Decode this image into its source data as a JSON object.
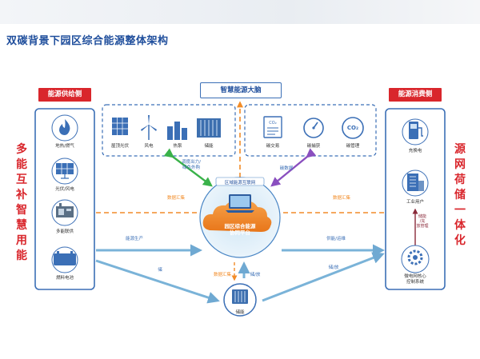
{
  "title": "双碳背景下园区综合能源整体架构",
  "brain": "智慧能源大脑",
  "left_panel": {
    "header": "能源供给侧",
    "items": [
      "地热/燃气",
      "光伏/风电",
      "多能联供",
      "燃料电池"
    ]
  },
  "right_panel": {
    "header": "能源消费侧",
    "items": [
      "充换电",
      "工业用户",
      "微电网核心\n控制系统"
    ]
  },
  "gen_box": {
    "items": [
      "屋顶光伏",
      "风电",
      "热泵",
      "储能"
    ]
  },
  "carbon_box": {
    "items": [
      "碳交易",
      "碳捕获",
      "碳管理"
    ]
  },
  "center": {
    "top_label": "区域能源互联网",
    "main_label": "园区综合能源\n协同平台"
  },
  "storage_label": "储能",
  "left_vertical": "多能互补智慧用能",
  "right_vertical": "源网荷储一体化",
  "arrow_labels": {
    "dispatch": "调度出力/\n绿色外购",
    "carbon_data": "碳数据",
    "data_left": "数据汇集",
    "data_right": "数据汇集",
    "energy_prod": "能源生产",
    "supply": "供能/运维",
    "storage": "储",
    "release": "储/放",
    "data_bottom": "数据汇集",
    "release_bottom": "储/放",
    "right_mid": "储能\n/充\n放管理"
  },
  "icons": [
    "flame-icon",
    "solar-panel-icon",
    "cabinet-icon",
    "battery-icon",
    "wind-turbine-icon",
    "heat-pump-icon",
    "storage-icon",
    "co2-doc-icon",
    "gauge-icon",
    "co2-cloud-icon",
    "charger-icon",
    "building-icon",
    "gear-icon",
    "laptop-icon"
  ],
  "colors": {
    "red": "#d9262c",
    "blue": "#3b6fb6",
    "lightblue": "#7ab3d8",
    "orange": "#f28c28",
    "green": "#3ab24a",
    "purple": "#8a4fbf",
    "dashed": "#3b6fb6"
  }
}
